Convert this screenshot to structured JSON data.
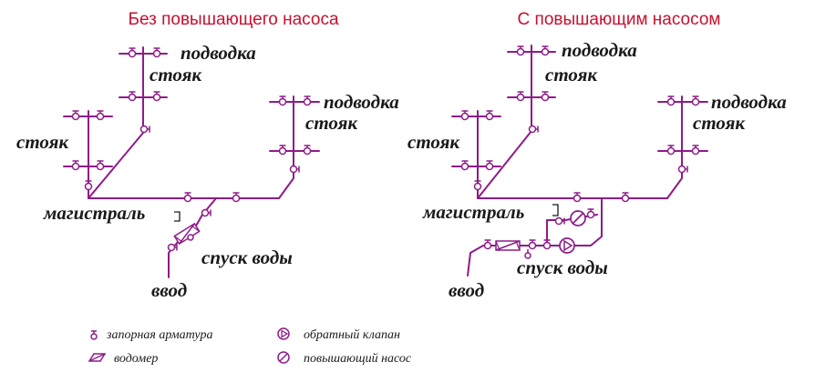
{
  "titles": {
    "left": "Без повышающего насоса",
    "right": "С повышающим насосом"
  },
  "labels": {
    "supply": "подводка",
    "riser": "стояк",
    "main": "магистраль",
    "drain": "спуск воды",
    "inlet": "ввод"
  },
  "legend": {
    "valve": "запорная арматура",
    "meter": "водомер",
    "check_valve": "обратный клапан",
    "pump": "повышающий насос"
  },
  "colors": {
    "pipe": "#8e1b88",
    "title": "#c8102e",
    "text": "#1a1a1a"
  }
}
